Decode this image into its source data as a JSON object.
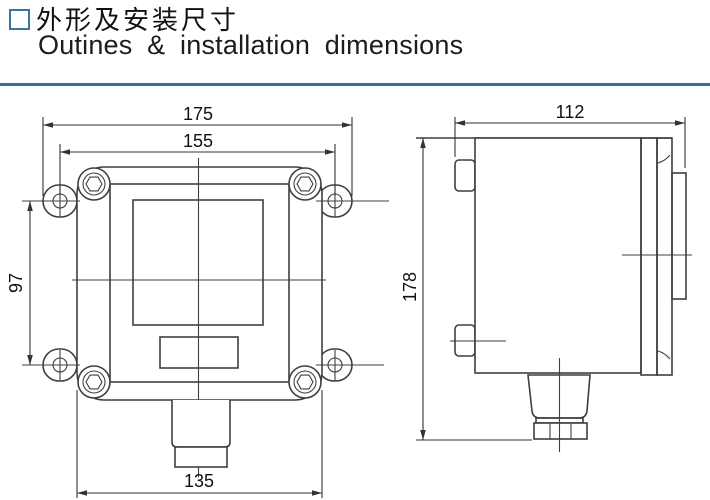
{
  "header": {
    "title_zh": "外形及安装尺寸",
    "title_en": "Outines & installation dimensions",
    "accent_color": "#33709f",
    "marker_icon": "open-square"
  },
  "drawing": {
    "units": "mm",
    "line_color": "#3f3f3f",
    "front_view": {
      "dim_overall_width": "175",
      "dim_mount_hole_spacing_horizontal": "155",
      "dim_mount_hole_spacing_vertical": "97",
      "dim_body_width": "135"
    },
    "side_view": {
      "dim_depth": "112",
      "dim_overall_height": "178"
    }
  }
}
